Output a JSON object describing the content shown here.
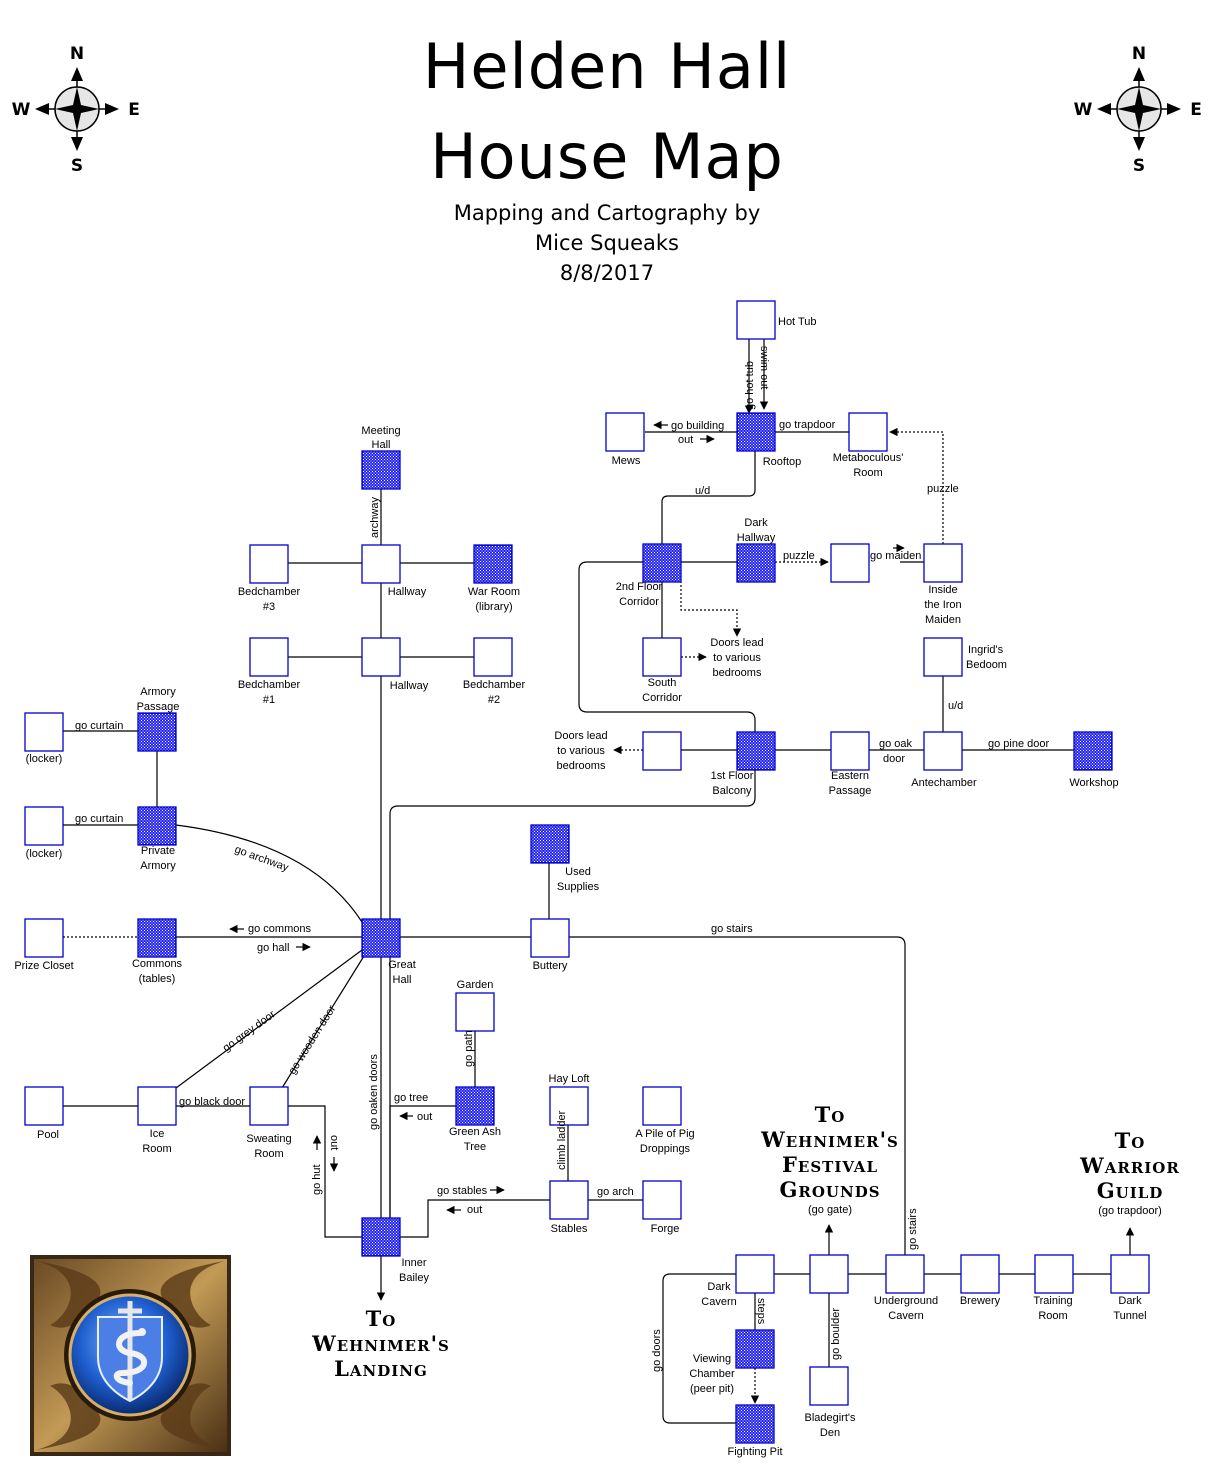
{
  "title": {
    "line1": "Helden Hall",
    "line2": "House Map",
    "credit": "Mapping and Cartography by",
    "author": "Mice Squeaks",
    "date": "8/8/2017"
  },
  "compass": {
    "n": "N",
    "s": "S",
    "e": "E",
    "w": "W"
  },
  "colors": {
    "outline": "#0000cc",
    "hatch": "#1010e0",
    "line": "#000000"
  },
  "rooms": {
    "hot_tub": "Hot Tub",
    "mews": "Mews",
    "rooftop": "Rooftop",
    "metaboculous_room": [
      "Metaboculous'",
      "Room"
    ],
    "meeting_hall": [
      "Meeting",
      "Hall"
    ],
    "dark_hallway": [
      "Dark",
      "Hallway"
    ],
    "second_floor_corridor": [
      "2nd Floor",
      "Corridor"
    ],
    "inside_iron_maiden": [
      "Inside",
      "the Iron",
      "Maiden"
    ],
    "bedchamber_3": [
      "Bedchamber",
      "#3"
    ],
    "hallway_upper": "Hallway",
    "war_room": [
      "War Room",
      "(library)"
    ],
    "south_corridor": [
      "South",
      "Corridor"
    ],
    "ingrids_bedroom": [
      "Ingrid's",
      "Bedoom"
    ],
    "bedchamber_1": [
      "Bedchamber",
      "#1"
    ],
    "hallway_lower": "Hallway",
    "bedchamber_2": [
      "Bedchamber",
      "#2"
    ],
    "armory_passage": [
      "Armory",
      "Passage"
    ],
    "locker_upper": "(locker)",
    "first_floor_balcony": [
      "1st Floor",
      "Balcony"
    ],
    "eastern_passage": [
      "Eastern",
      "Passage"
    ],
    "antechamber": "Antechamber",
    "workshop": "Workshop",
    "locker_lower": "(locker)",
    "private_armory": [
      "Private",
      "Armory"
    ],
    "used_supplies": [
      "Used",
      "Supplies"
    ],
    "prize_closet": "Prize Closet",
    "commons": [
      "Commons",
      "(tables)"
    ],
    "great_hall": [
      "Great",
      "Hall"
    ],
    "buttery": "Buttery",
    "garden": "Garden",
    "pool": "Pool",
    "ice_room": [
      "Ice",
      "Room"
    ],
    "sweating_room": [
      "Sweating",
      "Room"
    ],
    "green_ash_tree": [
      "Green Ash",
      "Tree"
    ],
    "hay_loft": "Hay Loft",
    "pig_droppings": [
      "A Pile of Pig",
      "Droppings"
    ],
    "stables": "Stables",
    "forge": "Forge",
    "inner_bailey": [
      "Inner",
      "Bailey"
    ],
    "dark_cavern": [
      "Dark",
      "Cavern"
    ],
    "underground_cavern": [
      "Underground",
      "Cavern"
    ],
    "brewery": "Brewery",
    "training_room": [
      "Training",
      "Room"
    ],
    "dark_tunnel": [
      "Dark",
      "Tunnel"
    ],
    "viewing_chamber": [
      "Viewing",
      "Chamber",
      "(peer pit)"
    ],
    "bladegirts_den": [
      "Bladegirt's",
      "Den"
    ],
    "fighting_pit": "Fighting Pit"
  },
  "notes": {
    "doors_lead_upper": [
      "Doors lead",
      "to various",
      "bedrooms"
    ],
    "doors_lead_lower": [
      "Doors lead",
      "to various",
      "bedrooms"
    ]
  },
  "commands": {
    "go_hot_tub": "go hot tub",
    "swim_out": "swim out",
    "go_building": "go building",
    "out_rooftop": "out",
    "go_trapdoor": "go trapdoor",
    "ud_upper": "u/d",
    "puzzle_1": "puzzle",
    "puzzle_2": "puzzle",
    "go_maiden": "go maiden",
    "archway_vertical": "archway",
    "ud_lower": "u/d",
    "go_curtain_1": "go curtain",
    "go_curtain_2": "go curtain",
    "go_oak_door": [
      "go oak",
      "door"
    ],
    "go_pine_door": "go pine door",
    "go_archway": "go archway",
    "go_commons": "go commons",
    "go_hall": "go hall",
    "go_stairs_1": "go stairs",
    "go_grey_door": "go grey door",
    "go_wooden_door": "go wooden door",
    "go_oaken_doors": "go oaken doors",
    "go_path": "go path",
    "go_black_door": "go black door",
    "go_tree": "go tree",
    "out_tree": "out",
    "climb_ladder": "climb ladder",
    "out_hut": "out",
    "go_hut": "go hut",
    "go_stables": "go stables",
    "out_stables": "out",
    "go_arch": "go arch",
    "go_stairs_2": "go stairs",
    "steps": "steps",
    "go_doors": "go doors",
    "go_boulder": "go boulder"
  },
  "destinations": {
    "wehnimers_landing": {
      "lines": [
        "To",
        "Wehnimer's",
        "Landing"
      ]
    },
    "festival_grounds": {
      "lines": [
        "To",
        "Wehnimer's",
        "Festival",
        "Grounds"
      ],
      "command": "(go gate)"
    },
    "warrior_guild": {
      "lines": [
        "To",
        "Warrior",
        "Guild"
      ],
      "command": "(go trapdoor)"
    }
  },
  "emblem": {
    "icon": "serpent-staff-shield-emblem"
  }
}
